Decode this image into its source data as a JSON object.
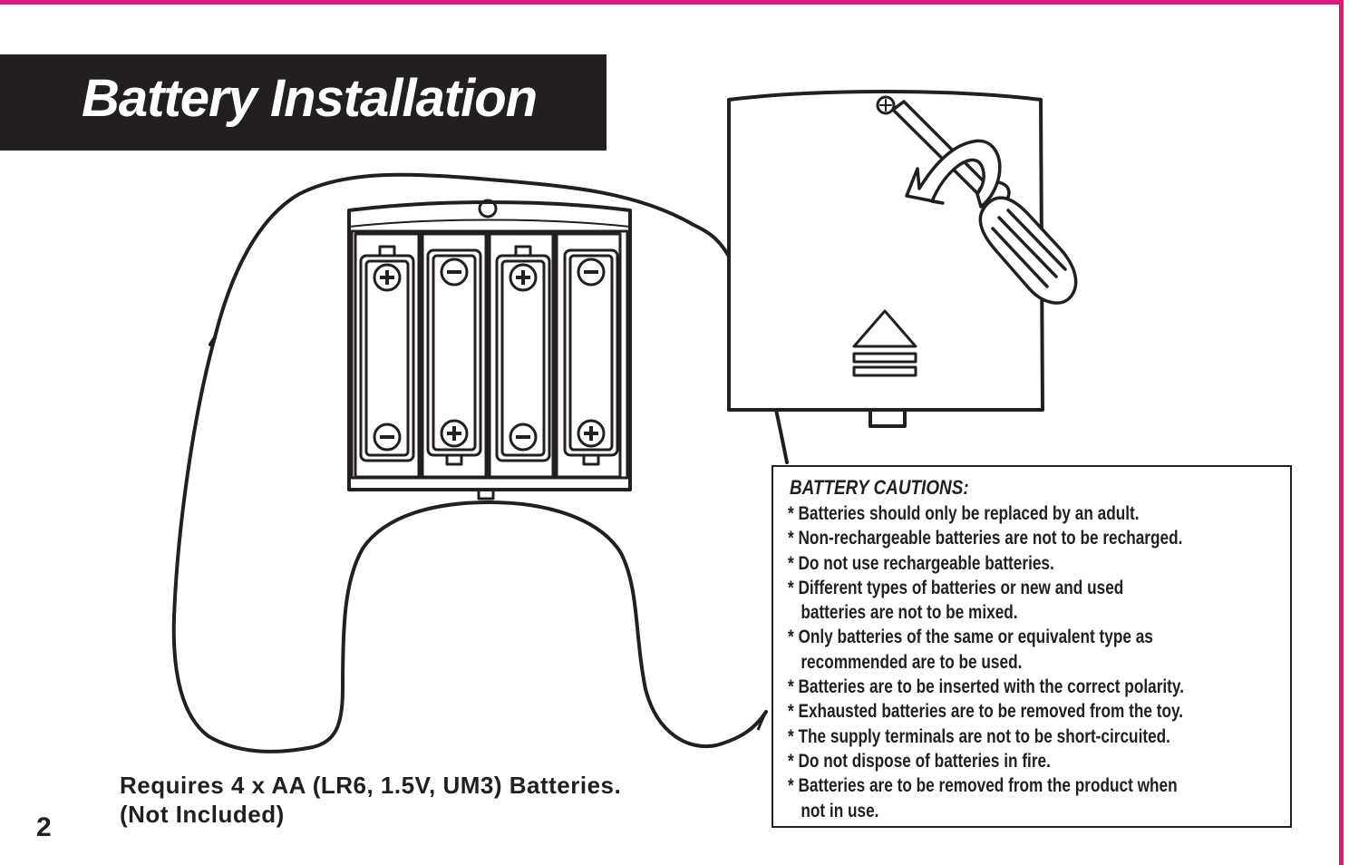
{
  "page": {
    "title": "Battery Installation",
    "page_number": "2",
    "accent_color": "#e0157f",
    "ink_color": "#231f20"
  },
  "requirements": {
    "line1": "Requires 4 x AA (LR6, 1.5V, UM3) Batteries.",
    "line2": "(Not Included)"
  },
  "cautions": {
    "heading": "BATTERY CAUTIONS:",
    "items": [
      "* Batteries should only be replaced by an adult.",
      "* Non-rechargeable batteries are not to be recharged.",
      "* Do not use rechargeable batteries.",
      "* Different types of batteries or new and used",
      "   batteries are not to be mixed.",
      "* Only batteries of the same or equivalent type as",
      "   recommended are to be used.",
      "* Batteries are to be inserted with the correct polarity.",
      "* Exhausted batteries are to be removed from the toy.",
      "* The supply terminals are not to be short-circuited.",
      "* Do not dispose of batteries in fire.",
      "* Batteries are to be removed from the product when",
      "   not in use."
    ]
  },
  "illustration": {
    "battery_polarity_top": [
      "+",
      "−",
      "+",
      "−"
    ],
    "battery_polarity_bottom": [
      "−",
      "+",
      "−",
      "+"
    ]
  }
}
